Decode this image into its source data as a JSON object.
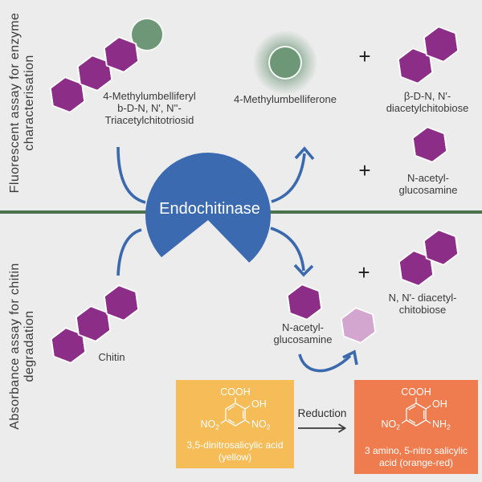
{
  "colors": {
    "background": "#ececec",
    "hexagon_purple": "#8c2d88",
    "hexagon_pink": "#d3a6cf",
    "fluorophore_green": "#6e9778",
    "enzyme_blue": "#3c6ab0",
    "arrow_blue": "#3b69ad",
    "divider_green": "#4a734d",
    "dns_yellow": "#f6bc57",
    "ans_orange": "#ee7c4e"
  },
  "left_axis": {
    "top": {
      "line1": "Fluorescent assay for enzyme",
      "line2": "characterisation"
    },
    "bottom": {
      "line1": "Absorbance assay for chitin",
      "line2": "degradation"
    }
  },
  "enzyme": {
    "label": "Endochitinase"
  },
  "plus_sign": "+",
  "labels": {
    "substrate": {
      "line1": "4-Methylumbelliferyl",
      "line2": "b-D-N, N', N''-",
      "line3": "Triacetylchitotriosid"
    },
    "mu_product": {
      "line1": "4-Methylumbelliferone"
    },
    "chitobiose_top": {
      "line1": "β-D-N, N'-",
      "line2": "diacetylchitobiose"
    },
    "nag_top": {
      "line1": "N-acetyl-",
      "line2": "glucosamine"
    },
    "chitin": {
      "line1": "Chitin"
    },
    "nag_bottom": {
      "line1": "N-acetyl-",
      "line2": "glucosamine"
    },
    "chitobiose_bottom": {
      "line1": "N, N'- diacetyl-",
      "line2": "chitobiose"
    }
  },
  "reduction": {
    "label": "Reduction"
  },
  "dns_box": {
    "caption_line1": "3,5-dinitrosalicylic acid",
    "caption_line2": "(yellow)",
    "groups": {
      "top": "COOH",
      "upper_right": "OH",
      "lower_left": "NO",
      "lower_left_sub": "2",
      "lower_right": "NO",
      "lower_right_sub": "2"
    }
  },
  "ans_box": {
    "caption_line1": "3 amino, 5-nitro salicylic",
    "caption_line2": "acid (orange-red)",
    "groups": {
      "top": "COOH",
      "upper_right": "OH",
      "lower_left": "NO",
      "lower_left_sub": "2",
      "lower_right": "NH",
      "lower_right_sub": "2"
    }
  }
}
